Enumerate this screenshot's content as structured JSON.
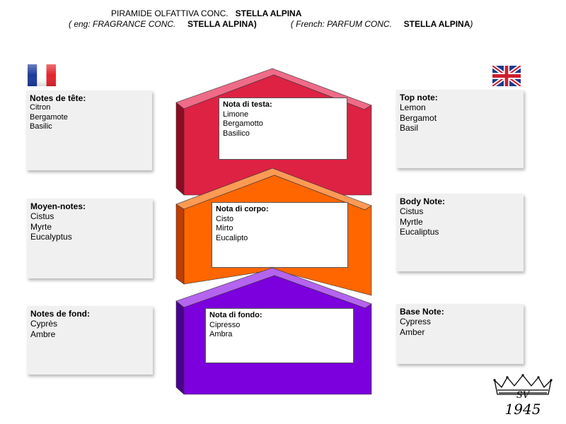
{
  "title": {
    "line1_prefix": "PIRAMIDE OLFATTIVA CONC.",
    "line1_name": "STELLA ALPINA",
    "line2_eng_prefix": "( eng: FRAGRANCE CONC.",
    "line2_eng_name": "STELLA ALPINA)",
    "line2_fr_prefix": "( French: PARFUM CONC.",
    "line2_fr_name": "STELLA ALPINA",
    "line2_fr_close": ")"
  },
  "flags": {
    "french": "flag-france",
    "english": "flag-united-kingdom"
  },
  "french": {
    "top": {
      "heading": "Notes de tête:",
      "items": [
        "Citron",
        "Bergamote",
        "Basilic"
      ]
    },
    "mid": {
      "heading": "Moyen-notes:",
      "items": [
        "Cistus",
        "Myrte",
        "Eucalyptus"
      ]
    },
    "base": {
      "heading": "Notes de fond:",
      "items": [
        "Cyprès",
        "Ambre"
      ]
    }
  },
  "italian": {
    "top": {
      "heading": "Nota di testa:",
      "items": [
        "Limone",
        "Bergamotto",
        "Basilico"
      ],
      "color": "#dd2244"
    },
    "mid": {
      "heading": "Nota di  corpo:",
      "items": [
        "Cisto",
        "Mirto",
        "Eucalipto"
      ],
      "color": "#ff6600"
    },
    "base": {
      "heading": "Nota di fondo:",
      "items": [
        "Cipresso",
        "Ambra"
      ],
      "color": "#7b00dd"
    }
  },
  "english": {
    "top": {
      "heading": "Top note:",
      "items": [
        "Lemon",
        "Bergamot",
        "Basil"
      ]
    },
    "mid": {
      "heading": "Body Note:",
      "items": [
        "Cistus",
        "Myrtle",
        "Eucaliptus"
      ]
    },
    "base": {
      "heading": "Base Note:",
      "items": [
        "Cypress",
        "Amber"
      ]
    }
  },
  "logo": {
    "monogram": "SV",
    "year": "1945"
  }
}
